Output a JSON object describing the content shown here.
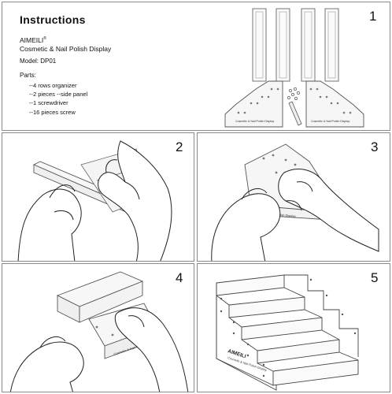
{
  "instructions": {
    "title": "Instructions",
    "brand": "AIMEILI",
    "registered_mark": "®",
    "product": "Cosmetic & Nail Polish Display",
    "model": "Model:  DP01",
    "parts_heading": "Parts:",
    "parts": [
      "--4 rows organizer",
      "--2 pieces --side panel",
      "--1 screwdriver",
      "--16 pieces screw"
    ]
  },
  "steps": [
    "1",
    "2",
    "3",
    "4",
    "5"
  ],
  "panel_label": "Cosmetic & Nail Polish Display",
  "product_brand": "AIMEILI"
}
